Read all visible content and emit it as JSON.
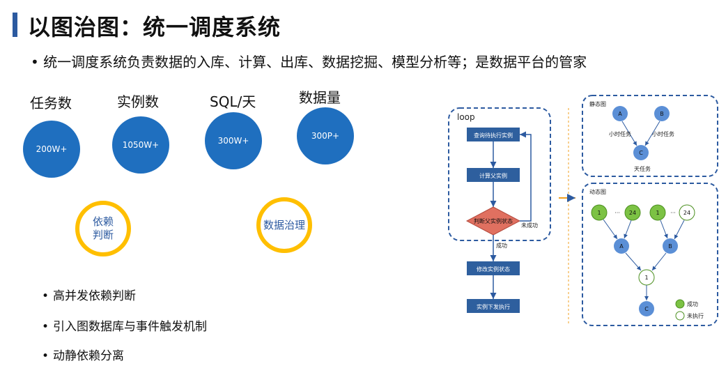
{
  "header": {
    "title": "以图治图：统一调度系统",
    "subtitle": "• 统一调度系统负责数据的入库、计算、出库、数据挖掘、模型分析等；是数据平台的管家"
  },
  "metrics": [
    {
      "label": "任务数",
      "value": "200W+"
    },
    {
      "label": "实例数",
      "value": "1050W+"
    },
    {
      "label": "SQL/天",
      "value": "300W+"
    },
    {
      "label": "数据量",
      "value": "300P+"
    }
  ],
  "features": [
    {
      "text": "依赖\n判断"
    },
    {
      "text": "数据治理"
    }
  ],
  "bullets": [
    "高并发依赖判断",
    "引入图数据库与事件触发机制",
    "动静依赖分离"
  ],
  "flow": {
    "loop_label": "loop",
    "step1": "查询待执行实例",
    "step2": "计算父实例",
    "decision": "判断父实例状态",
    "fail_label": "未成功",
    "success_label": "成功",
    "step3": "修改实例状态",
    "step4": "实例下发执行"
  },
  "static_graph": {
    "title": "静态图",
    "node_a": "A",
    "node_b": "B",
    "node_c": "C",
    "edge_a": "小时任务",
    "edge_b": "小时任务",
    "edge_c": "天任务"
  },
  "dynamic_graph": {
    "title": "动态图",
    "n1": "1",
    "n24": "24",
    "ellipsis": "···",
    "node_a": "A",
    "node_b": "B",
    "node_c": "C",
    "mid": "1",
    "legend_success": "成功",
    "legend_pending": "未执行"
  },
  "colors": {
    "blue": "#1f6fbf",
    "ring": "#ffbf00",
    "flow_box": "#2e5f9e",
    "decision": "#e07060",
    "node": "#5b8fd6",
    "success": "#7cc244"
  }
}
